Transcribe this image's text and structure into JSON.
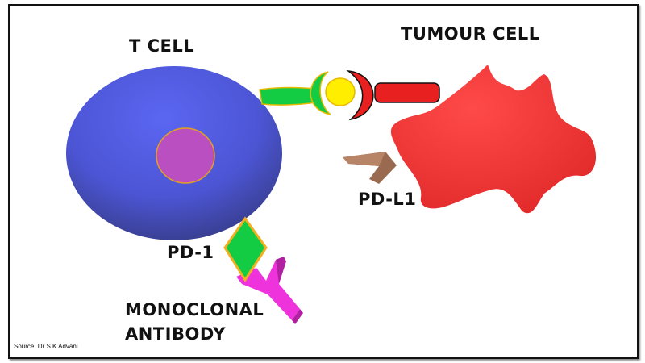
{
  "labels": {
    "t_cell": "T CELL",
    "tumour_cell": "TUMOUR CELL",
    "pd_l1": "PD-L1",
    "pd_1": "PD-1",
    "antibody_line1": "MONOCLONAL",
    "antibody_line2": "ANTIBODY"
  },
  "source": "Source: Dr S K Advani",
  "colors": {
    "t_cell": "#5560e0",
    "nucleus": "#b94fc0",
    "tumour": "#f03a3a",
    "receptor_green": "#14cc44",
    "antigen_yellow": "#ffee00",
    "mhc_red": "#e82020",
    "pd_l1_brown": "#9a6a50",
    "antibody_magenta": "#ee33dd"
  }
}
